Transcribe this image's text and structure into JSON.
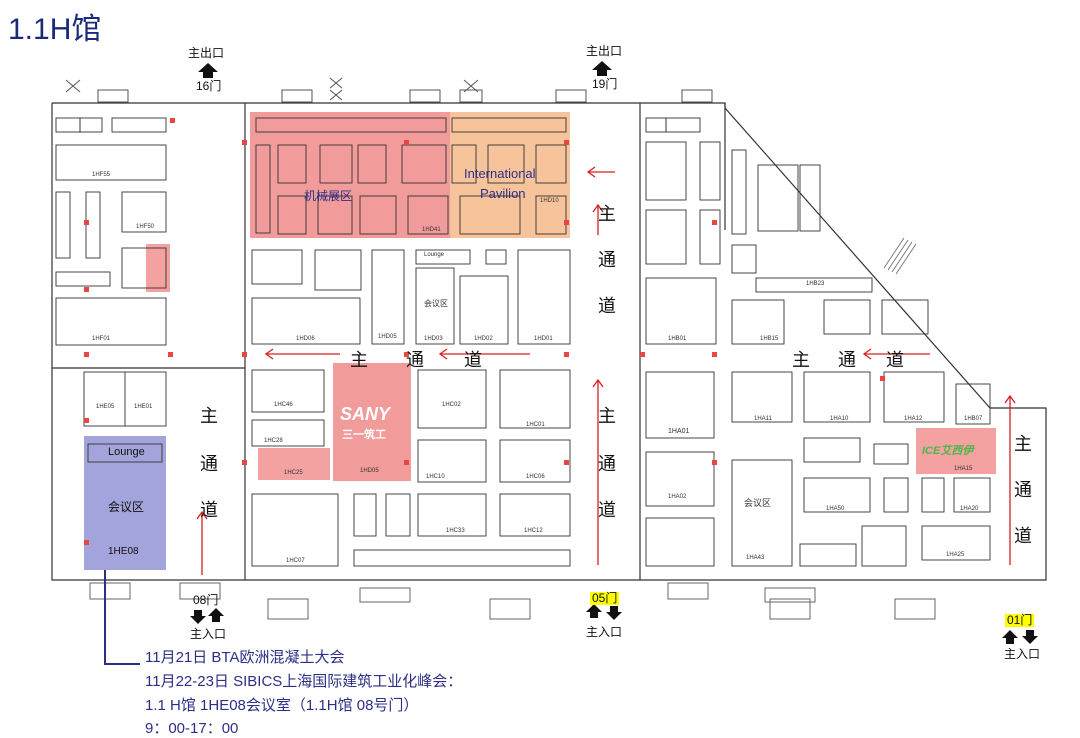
{
  "title": "1.1H馆",
  "doors": {
    "exit16_label": "主出口",
    "exit16_num": "16门",
    "exit19_label": "主出口",
    "exit19_num": "19门",
    "entry08_num": "08门",
    "entry08_label": "主入口",
    "entry05_num": "05门",
    "entry05_label": "主入口",
    "entry01_num": "01门",
    "entry01_label": "主入口"
  },
  "aisle_char1": "主",
  "aisle_char2": "通",
  "aisle_char3": "道",
  "zones": {
    "machinery": "机械展区",
    "international_line1": "International",
    "international_line2": "Pavilion",
    "lounge": "Lounge",
    "meeting_room": "会议区",
    "meeting_booth": "1HE08",
    "meeting_small": "会议区",
    "meeting_right": "会议区",
    "lounge_small": "Lounge",
    "sany": "SANY",
    "sany_cn": "三一筑工",
    "ice": "ICE艾西伊"
  },
  "booths": {
    "hf55": "1HF55",
    "hf50": "1HF50",
    "hf01": "1HF01",
    "he08b": "1HE05",
    "he01": "1HE01",
    "hd06": "1HD06",
    "hd05": "1HD05",
    "hd03": "1HD03",
    "hd02": "1HD02",
    "hd01": "1HD01",
    "hc46": "1HC46",
    "hc28": "1HC28",
    "hc25": "1HC25",
    "hd005": "1HD05",
    "hc02": "1HC02",
    "hc01": "1HC01",
    "hc10": "1HC10",
    "hc06": "1HC06",
    "hc07": "1HC07",
    "hc33": "1HC33",
    "hc12": "1HC12",
    "hc07b": "1HC07",
    "hb01": "1HB01",
    "hb15": "1HB15",
    "hb23": "1HB23",
    "ha01": "1HA01",
    "ha02": "1HA02",
    "ha43": "1HA43",
    "ha11": "1HA11",
    "ha10": "1HA10",
    "ha12": "1HA12",
    "ha50": "1HA50",
    "ha20": "1HA20",
    "ha25": "1HA25",
    "hb07": "1HB07",
    "ha15": "1HA15",
    "hd41": "1HD41",
    "hd10": "1HD10"
  },
  "info": {
    "line1": "11月21日 BTA欧洲混凝土大会",
    "line2": "11月22-23日 SIBICS上海国际建筑工业化峰会：",
    "line3": "1.1 H馆 1HE08会议室（1.1H馆 08号门）",
    "line4": "9：00-17：00"
  },
  "colors": {
    "machinery_zone": "#f08a8a",
    "international_zone": "#f6b98a",
    "meeting_zone": "#9a9ad8",
    "arrow_red": "#d62020",
    "title_blue": "#1a2b7a",
    "info_blue": "#2b2f86",
    "door_highlight": "#ffff00",
    "ice_green": "#4db848"
  }
}
